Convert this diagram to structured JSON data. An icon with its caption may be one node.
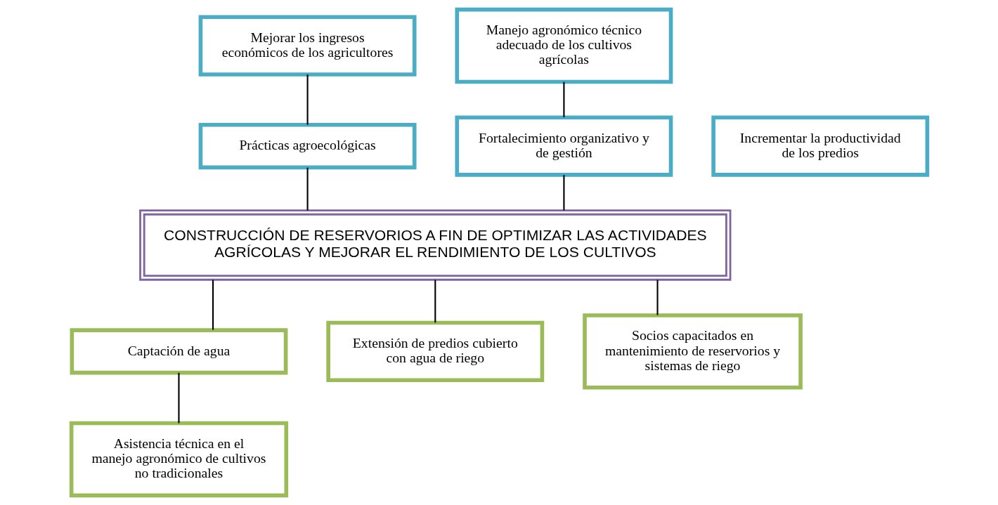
{
  "diagram": {
    "nodes": [
      {
        "text": [
          "Mejorar los ingresos económicos de los agricultores"
        ]
      },
      {
        "text": [
          "Manejo agronómico técnico adecuado de los cultivos agrícolas"
        ]
      },
      {
        "text": [
          "Incrementar la productividad de los predios"
        ]
      },
      {
        "text": [
          "Prácticas agroecológicas"
        ]
      },
      {
        "text": [
          "Fortalecimiento organizativo y de gestión"
        ]
      },
      {
        "text": [
          "CONSTRUCCIÓN DE RESERVORIOS A FIN DE OPTIMIZAR LAS ACTIVIDADES AGRÍCOLAS Y MEJORAR EL RENDIMIENTO DE LOS CULTIVOS"
        ]
      },
      {
        "text": [
          "Captación de agua"
        ]
      },
      {
        "text": [
          "Extensión de predios cubierto con agua de riego"
        ]
      },
      {
        "text": [
          "Socios capacitados en mantenimiento de reservorios y sistemas de riego"
        ]
      },
      {
        "text": [
          "Asistencia técnica en el manejo agronómico de cultivos no tradicionales"
        ]
      }
    ],
    "edges": [
      {
        "from": 0,
        "to": 3,
        "arrow": "none"
      },
      {
        "from": 1,
        "to": 4,
        "arrow": "none"
      },
      {
        "from": 3,
        "to": 5,
        "arrow": "none"
      },
      {
        "from": 4,
        "to": 5,
        "arrow": "none"
      },
      {
        "from": 5,
        "to": 6,
        "arrow": "none"
      },
      {
        "from": 5,
        "to": 7,
        "arrow": "none"
      },
      {
        "from": 5,
        "to": 8,
        "arrow": "none"
      },
      {
        "from": 6,
        "to": 9,
        "arrow": "none"
      }
    ]
  }
}
